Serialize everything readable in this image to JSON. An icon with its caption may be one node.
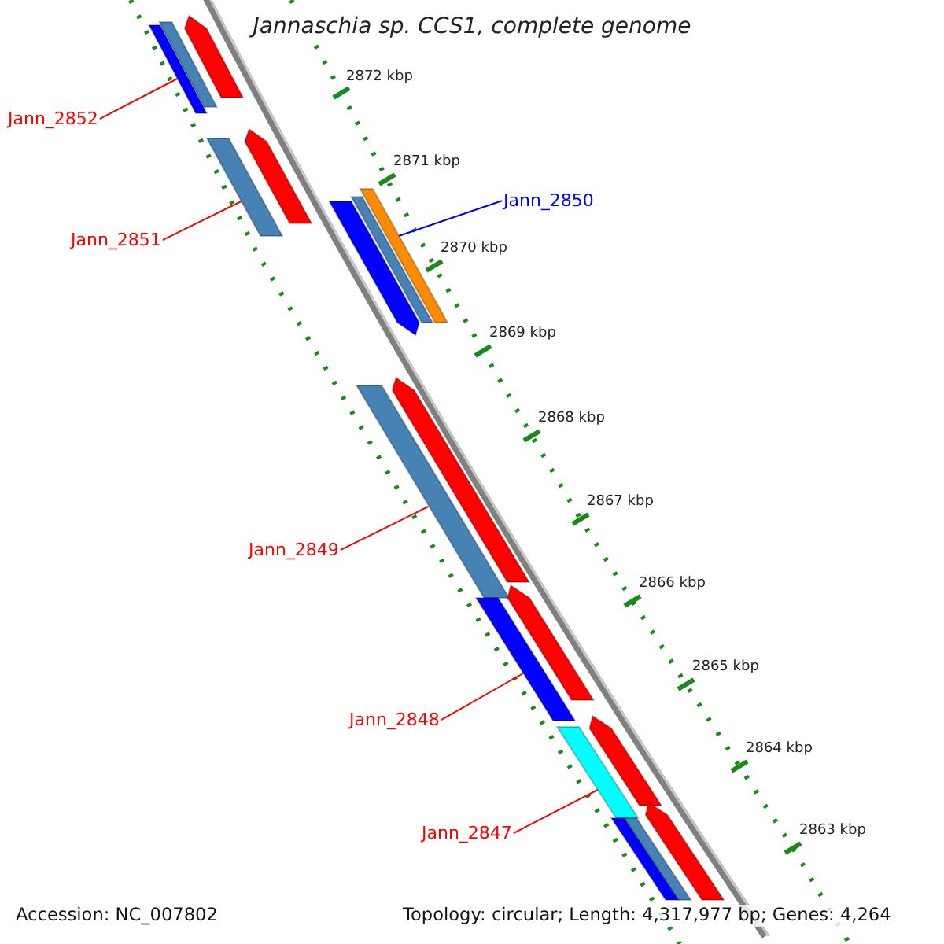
{
  "diagram": {
    "title": "Jannaschia sp. CCS1, complete genome",
    "nodes": [
      {
        "text": [
          "Jann_2852"
        ]
      },
      {
        "text": [
          "Jann_2851"
        ]
      },
      {
        "text": [
          "Jann_2850"
        ]
      },
      {
        "text": [
          "Jann_2849"
        ]
      },
      {
        "text": [
          "Jann_2848"
        ]
      },
      {
        "text": [
          "Jann_2847"
        ]
      },
      {
        "text": [],
        "shape": "bar"
      },
      {
        "text": [],
        "shape": "bar"
      },
      {
        "text": [],
        "shape": "bar"
      },
      {
        "text": [],
        "shape": "bar"
      },
      {
        "text": [],
        "shape": "bar"
      },
      {
        "text": [],
        "shape": "bar"
      },
      {
        "text": [],
        "shape": "bar"
      },
      {
        "text": [],
        "shape": "bar"
      },
      {
        "text": [],
        "shape": "bar"
      },
      {
        "text": [],
        "shape": "bar"
      },
      {
        "text": [],
        "shape": "bar"
      },
      {
        "text": [],
        "shape": "bar"
      },
      {
        "text": [],
        "shape": "bar"
      },
      {
        "text": [],
        "shape": "bar"
      },
      {
        "text": [],
        "shape": "bar"
      },
      {
        "text": [],
        "shape": "bar"
      },
      {
        "text": [],
        "shape": "bar"
      }
    ],
    "edges": [
      {
        "from": 0,
        "to": 8,
        "arrow": "none"
      },
      {
        "from": 1,
        "to": 10,
        "arrow": "none"
      },
      {
        "from": 2,
        "to": 11,
        "arrow": "none",
        "color": "#0000ff"
      },
      {
        "from": 3,
        "to": 15,
        "arrow": "none"
      },
      {
        "from": 4,
        "to": 17,
        "arrow": "none"
      },
      {
        "from": 5,
        "to": 19,
        "arrow": "none"
      }
    ],
    "labels": [
      "2872 kbp",
      "2871 kbp",
      "2870 kbp",
      "2869 kbp",
      "2868 kbp",
      "2867 kbp",
      "2866 kbp",
      "2865 kbp",
      "2864 kbp",
      "2863 kbp",
      "Accession: NC_007802",
      "Topology: circular; Length: 4,317,977 bp; Genes: 4,264"
    ]
  }
}
